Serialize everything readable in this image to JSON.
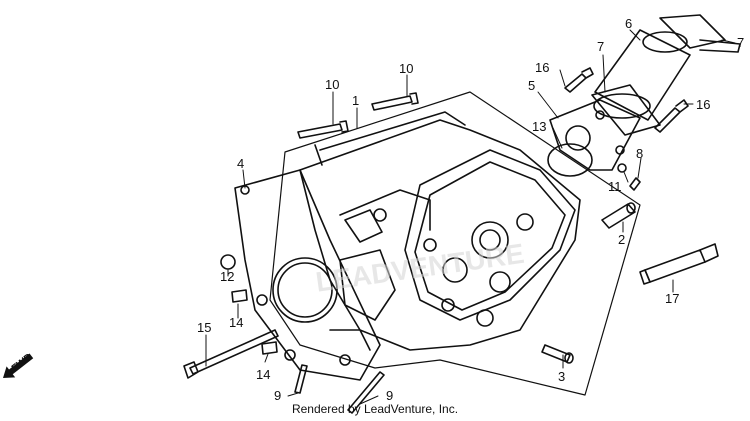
{
  "diagram": {
    "callouts": {
      "c1": "1",
      "c2": "2",
      "c3": "3",
      "c4": "4",
      "c5": "5",
      "c6": "6",
      "c7a": "7",
      "c7b": "7",
      "c8": "8",
      "c9a": "9",
      "c9b": "9",
      "c10a": "10",
      "c10b": "10",
      "c11": "11",
      "c12": "12",
      "c13": "13",
      "c14a": "14",
      "c14b": "14",
      "c15": "15",
      "c16a": "16",
      "c16b": "16",
      "c17": "17"
    },
    "fwd_label": "FWD",
    "watermark": "LEADVENTURE",
    "footer": "Rendered by LeadVenture, Inc."
  },
  "colors": {
    "ink": "#111111",
    "background": "#ffffff",
    "watermark": "#cfcfcf"
  }
}
